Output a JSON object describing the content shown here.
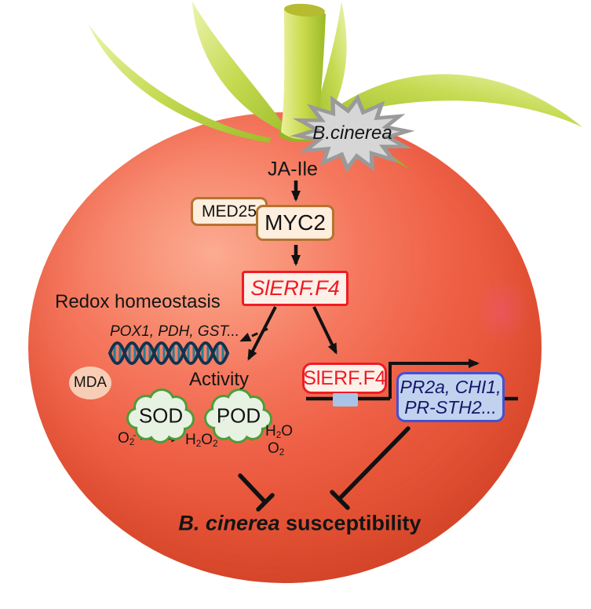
{
  "figure": {
    "pathogen": "B.cinerea",
    "hormone": "JA-Ile",
    "med25": "MED25",
    "myc2": "MYC2",
    "slerf_gene": "SlERF.F4",
    "slerf_protein": "SlERF.F4",
    "redox_heading": "Redox homeostasis",
    "redox_genes": "POX1, PDH, GST...",
    "mda": "MDA",
    "activity": "Activity",
    "sod": "SOD",
    "pod": "POD",
    "pr_line1": "PR2a, CHI1,",
    "pr_line2": "PR-STH2...",
    "outcome_pathogen": "B. cinerea",
    "outcome_suffix": " susceptibility"
  },
  "chemistry": {
    "superoxide": {
      "symbol": "O",
      "sub": "2",
      "sup": "-"
    },
    "hydrogen_peroxide": {
      "h": "H",
      "h_sub": "2",
      "o": "O",
      "o_sub": "2"
    },
    "water": {
      "h": "H",
      "h_sub": "2",
      "o": "O"
    },
    "oxygen": {
      "symbol": "O",
      "sub": "2"
    }
  },
  "colors": {
    "tomato_red": "#EC5B42",
    "accent_red": "#EE1C25",
    "tan_border": "#B5742F",
    "cream_fill": "#FDEEDD",
    "pr_border_blue": "#4450D4",
    "pr_fill_blue": "#C0D2EE",
    "pr_text_blue": "#15166B",
    "cloud_border_green": "#4F9C39",
    "cloud_fill_green": "#E8F2E2",
    "sepal_green": "#AFCB35",
    "dna_strand_navy": "#14324E",
    "dna_rung_teal": "#2A7D96",
    "mda_fill": "#F8CDB6",
    "starburst_fill": "#D6D6D6",
    "starburst_border": "#9A9A9A",
    "arrow_black": "#111111"
  }
}
